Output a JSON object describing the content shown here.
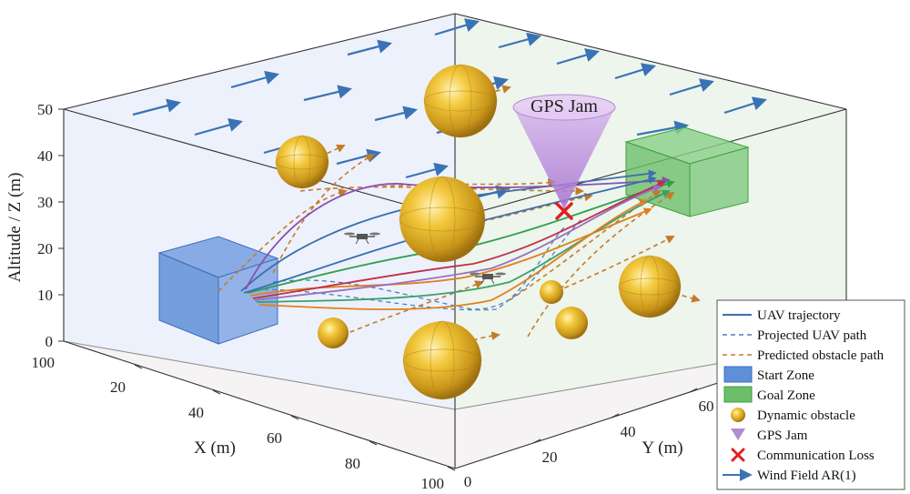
{
  "axes": {
    "z_label": "Altitude / Z (m)",
    "x_label": "X (m)",
    "y_label": "Y (m)",
    "z_ticks": [
      "0",
      "10",
      "20",
      "30",
      "40",
      "50"
    ],
    "x_ticks": [
      "100",
      "20",
      "40",
      "60",
      "80",
      "100"
    ],
    "y_ticks": [
      "0",
      "20",
      "40",
      "60"
    ]
  },
  "annotations": {
    "gps_jam": "GPS Jam"
  },
  "legend": {
    "items": [
      {
        "label": "UAV trajectory",
        "icon": "solid-line-icon",
        "color": "#3a6fb0"
      },
      {
        "label": "Projected UAV path",
        "icon": "dashed-line-icon",
        "color": "#4a7fc0"
      },
      {
        "label": "Predicted obstacle path",
        "icon": "dashed-line-icon",
        "color": "#c47a28"
      },
      {
        "label": "Start Zone",
        "icon": "blue-square-icon",
        "color": "#5f8fd6"
      },
      {
        "label": "Goal Zone",
        "icon": "green-square-icon",
        "color": "#6bbf6b"
      },
      {
        "label": "Dynamic obstacle",
        "icon": "gold-sphere-icon",
        "color": "#d9a521"
      },
      {
        "label": "GPS Jam",
        "icon": "purple-triangle-icon",
        "color": "#b58bd0"
      },
      {
        "label": "Communication Loss",
        "icon": "red-cross-icon",
        "color": "#e02020"
      },
      {
        "label": "Wind Field AR(1)",
        "icon": "arrow-icon",
        "color": "#3a73b5"
      }
    ]
  },
  "colors": {
    "trajectory_colors": [
      "#3a6fb0",
      "#8a4fb0",
      "#2f9f4f",
      "#e08020",
      "#c0304a",
      "#5a8fd0",
      "#9a6fc0",
      "#3aa06a"
    ],
    "obstacle_path": "#c47a28",
    "wind": "#3a73b5"
  }
}
